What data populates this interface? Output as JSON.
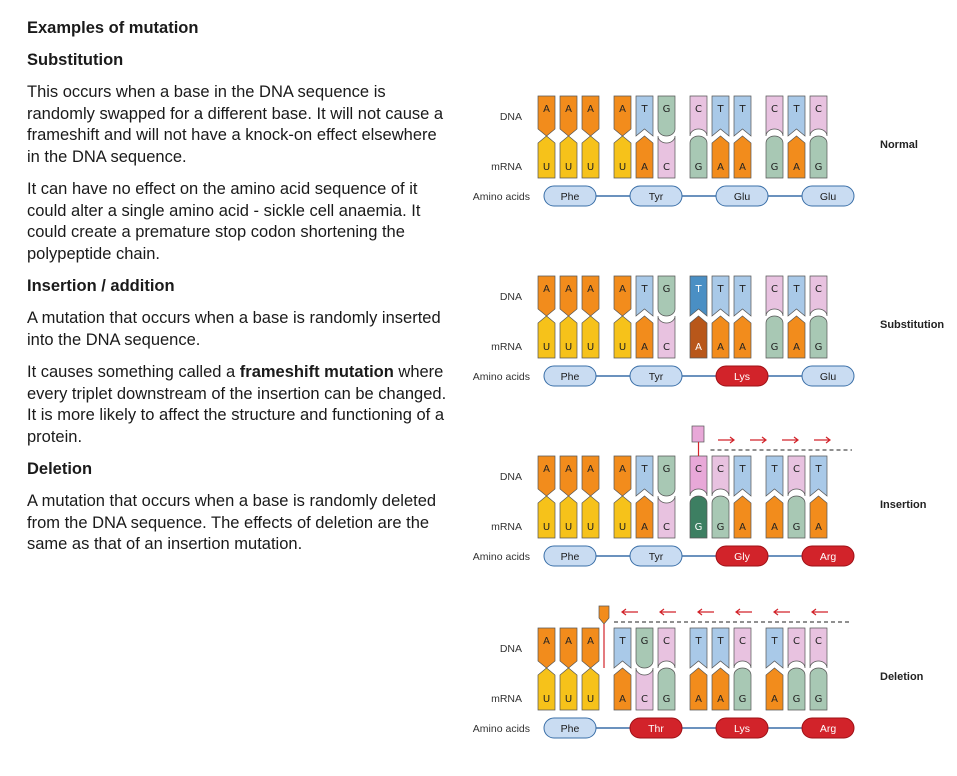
{
  "text": {
    "title": "Examples of mutation",
    "substitution_heading": "Substitution",
    "substitution_p1": "This occurs when a base in the DNA sequence is randomly swapped for a different base. It will not cause a frameshift and will not have a knock-on effect elsewhere in the DNA sequence.",
    "substitution_p2": "It can have no effect on the amino acid sequence of it could alter a single amino acid - sickle cell anaemia. It could create a premature stop codon shortening the polypeptide chain.",
    "insertion_heading": "Insertion / addition",
    "insertion_p1": "A mutation that occurs when a base is randomly inserted into the DNA sequence.",
    "insertion_p2_pre": "It causes something called a ",
    "insertion_p2_bold": "frameshift mutation",
    "insertion_p2_post": " where every triplet downstream of the insertion can be changed. It is more likely to affect the structure and functioning of a protein.",
    "deletion_heading": "Deletion",
    "deletion_p1": "A mutation that occurs when a base is randomly deleted from the DNA sequence. The effects of deletion are the same as that of an insertion mutation."
  },
  "diagram": {
    "row_labels": {
      "dna": "DNA",
      "mrna": "mRNA",
      "amino": "Amino acids"
    },
    "colors": {
      "A": "#f28c1c",
      "T": "#a9c9e8",
      "G": "#a8c8b4",
      "C": "#e8c2e0",
      "U": "#f6c21a",
      "T_mut": "#4a8fc4",
      "A_mut": "#b8571a",
      "C_ins": "#e8a8d8",
      "G_ins": "#3d7f62",
      "aa_normal": "#c9dcf2",
      "aa_mutant": "#d2232a",
      "arrow": "#d2232a",
      "line": "#3a6fa8"
    },
    "panels": [
      {
        "name": "Normal",
        "dna": [
          "A",
          "A",
          "A",
          "A",
          "T",
          "G",
          "C",
          "T",
          "T",
          "C",
          "T",
          "C"
        ],
        "mrna": [
          "U",
          "U",
          "U",
          "U",
          "A",
          "C",
          "G",
          "A",
          "A",
          "G",
          "A",
          "G"
        ],
        "amino": [
          {
            "label": "Phe",
            "mutant": false
          },
          {
            "label": "Tyr",
            "mutant": false
          },
          {
            "label": "Glu",
            "mutant": false
          },
          {
            "label": "Glu",
            "mutant": false
          }
        ]
      },
      {
        "name": "Substitution",
        "dna": [
          "A",
          "A",
          "A",
          "A",
          "T",
          "G",
          "T",
          "T",
          "T",
          "C",
          "T",
          "C"
        ],
        "mrna": [
          "U",
          "U",
          "U",
          "U",
          "A",
          "C",
          "A",
          "A",
          "A",
          "G",
          "A",
          "G"
        ],
        "amino": [
          {
            "label": "Phe",
            "mutant": false
          },
          {
            "label": "Tyr",
            "mutant": false
          },
          {
            "label": "Lys",
            "mutant": true
          },
          {
            "label": "Glu",
            "mutant": false
          }
        ]
      },
      {
        "name": "Insertion",
        "dna": [
          "A",
          "A",
          "A",
          "A",
          "T",
          "G",
          "C",
          "C",
          "T",
          "T",
          "C",
          "T"
        ],
        "mrna": [
          "U",
          "U",
          "U",
          "U",
          "A",
          "C",
          "G",
          "G",
          "A",
          "A",
          "G",
          "A"
        ],
        "amino": [
          {
            "label": "Phe",
            "mutant": false
          },
          {
            "label": "Tyr",
            "mutant": false
          },
          {
            "label": "Gly",
            "mutant": true
          },
          {
            "label": "Arg",
            "mutant": true
          }
        ]
      },
      {
        "name": "Deletion",
        "dna": [
          "A",
          "A",
          "A",
          "T",
          "G",
          "C",
          "T",
          "T",
          "C",
          "T",
          "C",
          "C"
        ],
        "mrna": [
          "U",
          "U",
          "U",
          "A",
          "C",
          "G",
          "A",
          "A",
          "G",
          "A",
          "G",
          "G"
        ],
        "amino": [
          {
            "label": "Phe",
            "mutant": false
          },
          {
            "label": "Thr",
            "mutant": true
          },
          {
            "label": "Lys",
            "mutant": true
          },
          {
            "label": "Arg",
            "mutant": true
          }
        ]
      }
    ]
  }
}
